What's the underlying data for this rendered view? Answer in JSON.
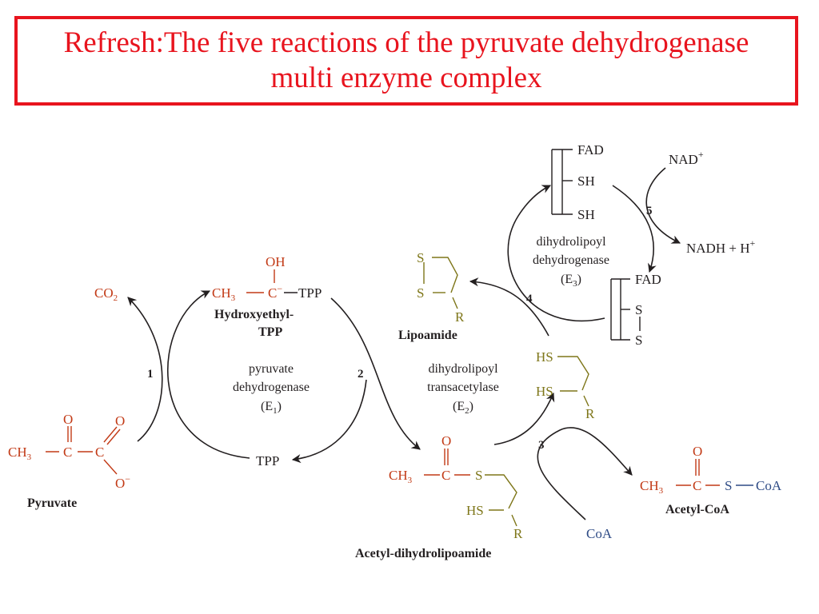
{
  "title": {
    "line1": "Refresh:The five reactions of the pyruvate dehydrogenase",
    "line2": "multi enzyme complex"
  },
  "colors": {
    "title": "#e8141e",
    "carbon_chain": "#c23a16",
    "lipoyl_chain": "#7e7619",
    "coa": "#2f4c86",
    "text": "#231f20"
  },
  "steps": {
    "s1": "1",
    "s2": "2",
    "s3": "3",
    "s4": "4",
    "s5": "5"
  },
  "molecules": {
    "co2": {
      "base": "CO",
      "sub": "2"
    },
    "pyruvate": {
      "name": "Pyruvate",
      "ch3": "CH",
      "ch3_sub": "3",
      "c1": "C",
      "c2": "C",
      "o1": "O",
      "o2": "O",
      "ominus": "O",
      "charge": "−"
    },
    "hydroxyethyl_tpp": {
      "name_line1": "Hydroxyethyl-",
      "name_line2": "TPP",
      "oh": "OH",
      "ch3": "CH",
      "ch3_sub": "3",
      "c": "C",
      "charge": "−",
      "tpp": "TPP"
    },
    "tpp": "TPP",
    "lipoamide": {
      "name": "Lipoamide",
      "s1": "S",
      "s2": "S",
      "r": "R"
    },
    "acetyl_dihydrolipoamide": {
      "name": "Acetyl-dihydrolipoamide",
      "o": "O",
      "ch3": "CH",
      "ch3_sub": "3",
      "c": "C",
      "s": "S",
      "hs": "HS",
      "r": "R"
    },
    "dihydrolipoamide": {
      "hs1": "HS",
      "hs2": "HS",
      "r": "R"
    },
    "acetyl_coa": {
      "name": "Acetyl-CoA",
      "o": "O",
      "ch3": "CH",
      "ch3_sub": "3",
      "c": "C",
      "s": "S",
      "coa": "CoA"
    },
    "coa": "CoA",
    "e3_reduced": {
      "fad": "FAD",
      "sh1": "SH",
      "sh2": "SH"
    },
    "e3_oxidized": {
      "fad": "FAD",
      "s1": "S",
      "s2": "S"
    },
    "nad": {
      "base": "NAD",
      "sup": "+"
    },
    "nadh": {
      "base": "NADH + H",
      "sup": "+"
    }
  },
  "enzymes": {
    "e1": {
      "line1": "pyruvate",
      "line2": "dehydrogenase",
      "open": "(E",
      "sub": "1",
      "close": ")"
    },
    "e2": {
      "line1": "dihydrolipoyl",
      "line2": "transacetylase",
      "open": "(E",
      "sub": "2",
      "close": ")"
    },
    "e3": {
      "line1": "dihydrolipoyl",
      "line2": "dehydrogenase",
      "open": "(E",
      "sub": "3",
      "close": ")"
    }
  }
}
